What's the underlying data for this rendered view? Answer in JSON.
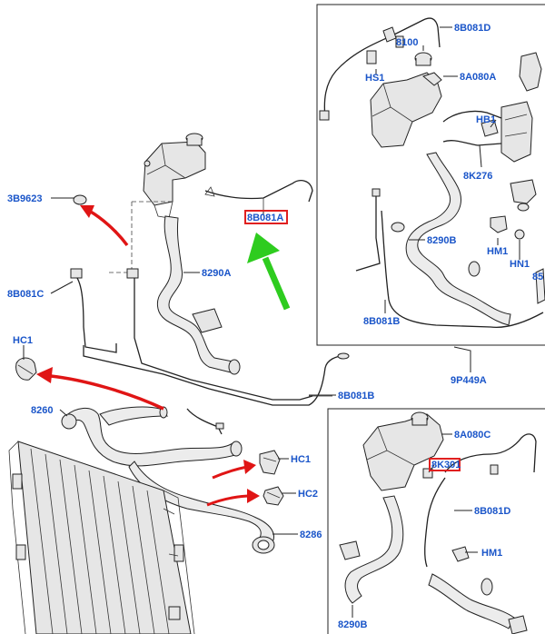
{
  "labels": {
    "l_3b9623": "3B9623",
    "l_8b081a": "8B081A",
    "l_8290a": "8290A",
    "l_8b081c": "8B081C",
    "l_hc1_left": "HC1",
    "l_8260": "8260",
    "l_8b081b_main": "8B081B",
    "l_hc1_right": "HC1",
    "l_hc2": "HC2",
    "l_8286": "8286",
    "l_8b081d_top": "8B081D",
    "l_8100": "8100",
    "l_hs1": "HS1",
    "l_8a080a": "8A080A",
    "l_hb1": "HB1",
    "l_8k276": "8K276",
    "l_8290b_top": "8290B",
    "l_hm1_top": "HM1",
    "l_hn1": "HN1",
    "l_85": "85",
    "l_8b081b_inset": "8B081B",
    "l_9p449a": "9P449A",
    "l_8a080c": "8A080C",
    "l_8k301": "8K301",
    "l_8b081d_bottom": "8B081D",
    "l_hm1_bottom": "HM1",
    "l_8290b_bottom": "8290B"
  },
  "highlight_color": "#e02020",
  "label_color": "#1a55c9",
  "arrow_colors": {
    "red": "#e01515",
    "green": "#2ecc1f"
  }
}
